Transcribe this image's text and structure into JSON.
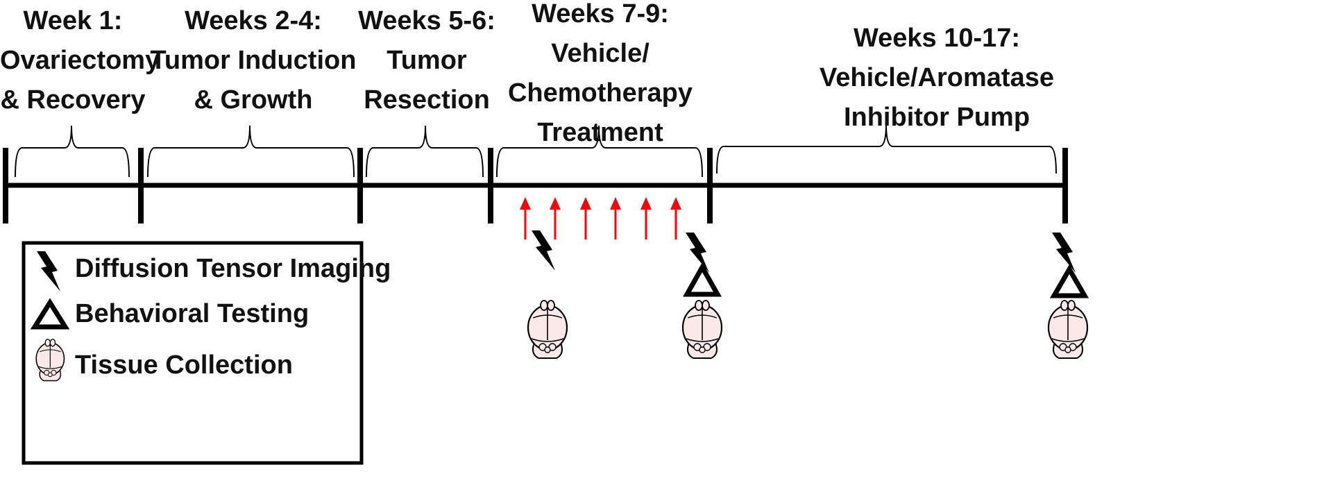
{
  "phases": [
    {
      "id": "week1",
      "lines": [
        "Week 1:",
        "Ovariectomy",
        "& Recovery"
      ]
    },
    {
      "id": "weeks2-4",
      "lines": [
        "Weeks 2-4:",
        "Tumor Induction",
        "& Growth"
      ]
    },
    {
      "id": "weeks5-6",
      "lines": [
        "Weeks 5-6:",
        "Tumor",
        "Resection"
      ]
    },
    {
      "id": "weeks7-9",
      "lines": [
        "Weeks 7-9:",
        "Vehicle/",
        "Chemotherapy",
        "Treatment"
      ]
    },
    {
      "id": "weeks10-17",
      "lines": [
        "Weeks 10-17:",
        "Vehicle/Aromatase",
        "Inhibitor Pump"
      ]
    }
  ],
  "legend": {
    "dti": "Diffusion Tensor Imaging",
    "behavior": "Behavioral Testing",
    "tissue": "Tissue Collection"
  },
  "colors": {
    "line": "#000000",
    "arrow": "#ff0000",
    "brain_fill": "#fbe9e9"
  },
  "icons": [
    "lightning-bolt-icon",
    "triangle-icon",
    "brain-icon",
    "red-arrow-icon"
  ]
}
